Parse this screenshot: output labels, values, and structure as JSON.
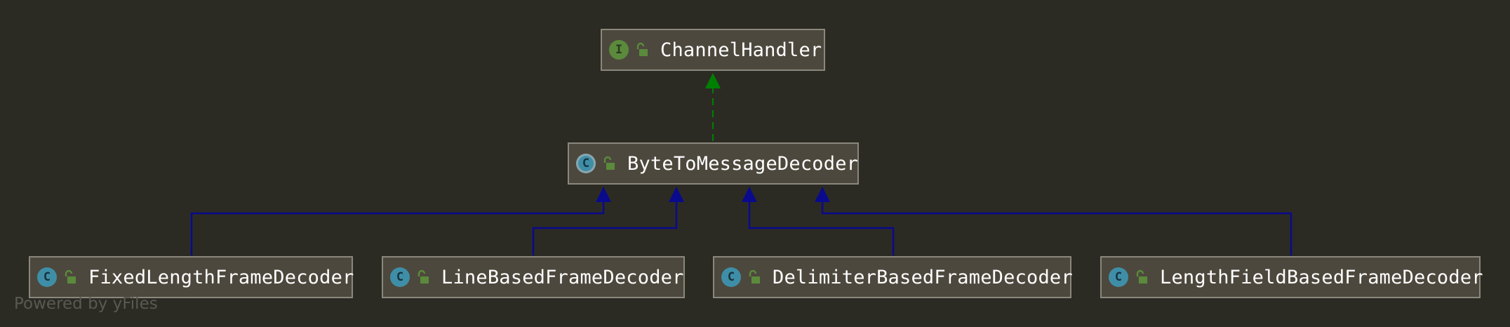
{
  "colors": {
    "background": "#2b2b24",
    "node_fill": "#4d483d",
    "node_border": "#8a877c",
    "implements_edge": "#008000",
    "extends_edge": "#0a0a8c"
  },
  "nodes": [
    {
      "id": "channel-handler",
      "label": "ChannelHandler",
      "kind": "I",
      "kind_style": "interface",
      "icon": "interface-icon"
    },
    {
      "id": "byte-to-message-decoder",
      "label": "ByteToMessageDecoder",
      "kind": "C",
      "kind_style": "abstract",
      "icon": "abstract-class-icon"
    },
    {
      "id": "fixed-length-frame-decoder",
      "label": "FixedLengthFrameDecoder",
      "kind": "C",
      "kind_style": "class",
      "icon": "class-icon"
    },
    {
      "id": "line-based-frame-decoder",
      "label": "LineBasedFrameDecoder",
      "kind": "C",
      "kind_style": "class",
      "icon": "class-icon"
    },
    {
      "id": "delimiter-based-frame-decoder",
      "label": "DelimiterBasedFrameDecoder",
      "kind": "C",
      "kind_style": "class",
      "icon": "class-icon"
    },
    {
      "id": "length-field-based-frame-decoder",
      "label": "LengthFieldBasedFrameDecoder",
      "kind": "C",
      "kind_style": "class",
      "icon": "class-icon"
    }
  ],
  "edges": [
    {
      "from": "byte-to-message-decoder",
      "to": "channel-handler",
      "type": "implements"
    },
    {
      "from": "fixed-length-frame-decoder",
      "to": "byte-to-message-decoder",
      "type": "extends"
    },
    {
      "from": "line-based-frame-decoder",
      "to": "byte-to-message-decoder",
      "type": "extends"
    },
    {
      "from": "delimiter-based-frame-decoder",
      "to": "byte-to-message-decoder",
      "type": "extends"
    },
    {
      "from": "length-field-based-frame-decoder",
      "to": "byte-to-message-decoder",
      "type": "extends"
    }
  ],
  "watermark": "Powered by yFiles"
}
